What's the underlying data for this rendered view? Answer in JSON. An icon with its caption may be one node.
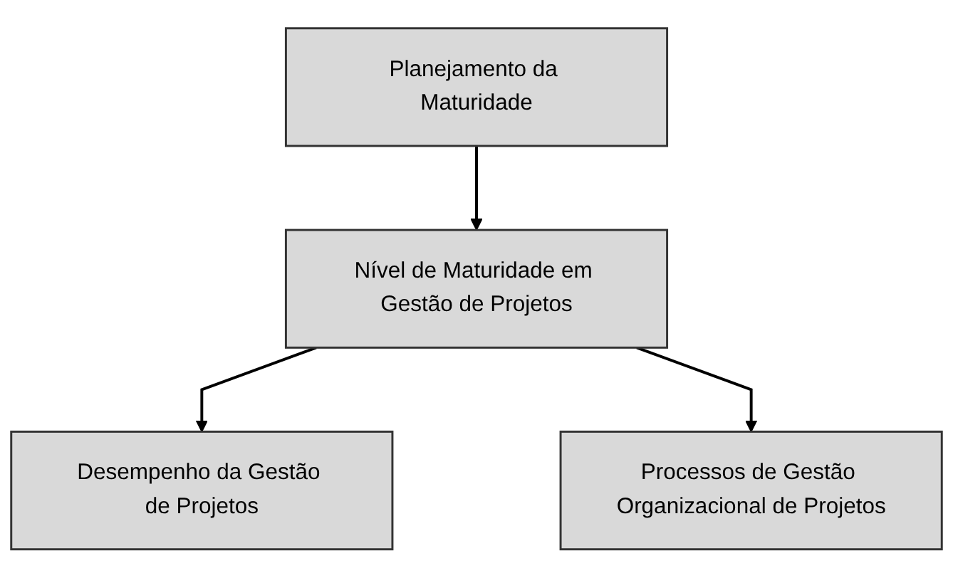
{
  "diagram": {
    "nodes": [
      {
        "text": [
          "Planejamento da Maturidade"
        ]
      },
      {
        "text": [
          "Nível de Maturidade em Gestão de Projetos"
        ]
      },
      {
        "text": [
          "Desempenho da Gestão de Projetos"
        ]
      },
      {
        "text": [
          "Processos de Gestão Organizacional de Projetos"
        ]
      }
    ],
    "edges": [
      {
        "from": 0,
        "to": 1,
        "arrow": "to"
      },
      {
        "from": 1,
        "to": 2,
        "arrow": "to"
      },
      {
        "from": 1,
        "to": 3,
        "arrow": "to"
      }
    ]
  }
}
